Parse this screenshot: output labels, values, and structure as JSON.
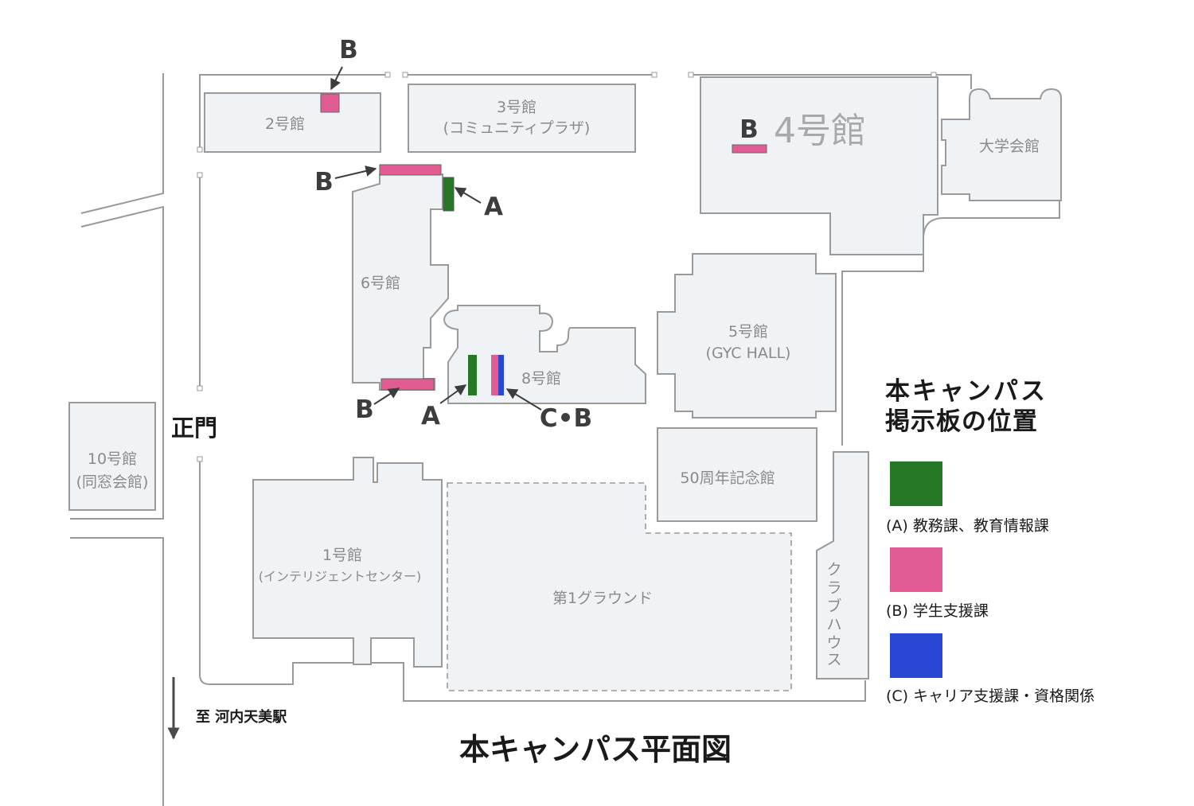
{
  "map_title": "本キャンパス平面図",
  "legend": {
    "title_line1": "本キャンパス",
    "title_line2": "掲示板の位置",
    "items": [
      {
        "key": "A",
        "label": "(A) 教務課、教育情報課",
        "color": "#267826"
      },
      {
        "key": "B",
        "label": "(B) 学生支援課",
        "color": "#e05c93"
      },
      {
        "key": "C",
        "label": "(C) キャリア支援課・資格関係",
        "color": "#2947d3"
      }
    ]
  },
  "gate": {
    "label": "正門"
  },
  "station": {
    "label": "至 河内天美駅"
  },
  "buildings": {
    "b2": {
      "name": "2号館"
    },
    "b3": {
      "name": "3号館",
      "sub": "(コミュニティプラザ)"
    },
    "b4": {
      "name": "4号館"
    },
    "univhall": {
      "name": "大学会館"
    },
    "b6": {
      "name": "6号館"
    },
    "b8": {
      "name": "8号館"
    },
    "b5": {
      "name": "5号館",
      "sub": "(GYC HALL)"
    },
    "b50": {
      "name": "50周年記念館"
    },
    "b10": {
      "name": "10号館",
      "sub": "(同窓会館)"
    },
    "b1": {
      "name": "1号館",
      "sub": "(インテリジェントセンター)"
    },
    "ground1": {
      "name": "第1グラウンド"
    },
    "club": {
      "chars": [
        "ク",
        "ラ",
        "ブ",
        "ハ",
        "ウ",
        "ス"
      ]
    }
  },
  "markers": {
    "b2_top": "B",
    "b6_top_left": "B",
    "b6_top_right": "A",
    "b4": "B",
    "b6_bottom": "B",
    "b8_left": "A",
    "b8_right": "C•B"
  },
  "colors": {
    "A": "#267826",
    "B": "#e05c93",
    "C": "#2947d3"
  }
}
